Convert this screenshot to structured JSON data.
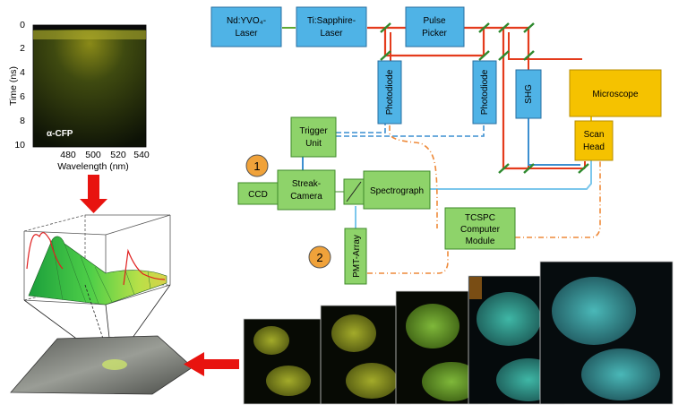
{
  "spectral_image": {
    "y_title": "Time (ns)",
    "y_ticks": [
      "0",
      "2",
      "4",
      "6",
      "8",
      "10"
    ],
    "x_title": "Wavelength (nm)",
    "x_ticks": [
      "480",
      "500",
      "520",
      "540"
    ],
    "sample_label": "α-CFP"
  },
  "setup": {
    "nd_laser": [
      "Nd:YVO₄-",
      "Laser"
    ],
    "ti_laser": [
      "Ti:Sapphire-",
      "Laser"
    ],
    "pulse_picker": [
      "Pulse",
      "Picker"
    ],
    "photodiode_1": "Photodiode",
    "photodiode_2": "Photodiode",
    "shg": "SHG",
    "microscope": "Microscope",
    "scan_head": [
      "Scan",
      "Head"
    ],
    "trigger_unit": [
      "Trigger",
      "Unit"
    ],
    "ccd": "CCD",
    "streak_camera": [
      "Streak-",
      "Camera"
    ],
    "spectrograph": "Spectrograph",
    "tcspc": [
      "TCSPC",
      "Computer",
      "Module"
    ],
    "pmt_array": "PMT-Array",
    "marker_1": "1",
    "marker_2": "2"
  },
  "colors": {
    "box_blue": "#4fb3e6",
    "box_green": "#8ed36a",
    "box_yellow": "#f5c200",
    "beam_red": "#e43b1c",
    "beam_green": "#5fa832",
    "line_blue": "#3c8fd0",
    "line_orange": "#ee8a3a",
    "marker_orange": "#f0a23a",
    "arrow_red": "#e8130f"
  }
}
